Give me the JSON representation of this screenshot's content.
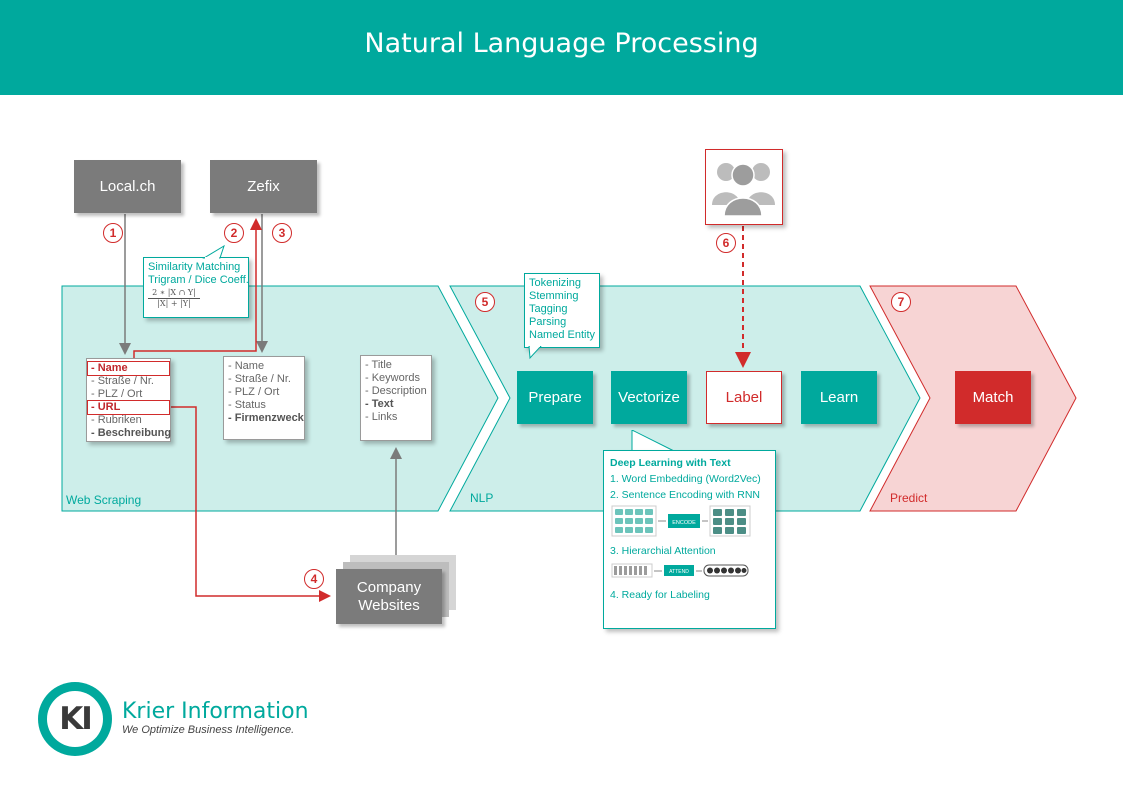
{
  "title": "Natural Language Processing",
  "sources": {
    "local": "Local.ch",
    "zefix": "Zefix"
  },
  "steps": [
    "1",
    "2",
    "3",
    "4",
    "5",
    "6",
    "7"
  ],
  "similarity": {
    "line1": "Similarity Matching",
    "line2": "Trigram / Dice Coeff.",
    "numerator": "2 ∗ |X ∩ Y|",
    "denominator": "|X| + |Y|"
  },
  "local_fields": [
    "- Name",
    "- Straße / Nr.",
    "- PLZ / Ort",
    "- URL",
    "- Rubriken",
    "- Beschreibung"
  ],
  "zefix_fields": [
    "- Name",
    "- Straße / Nr.",
    "- PLZ / Ort",
    "- Status",
    "- Firmenzweck"
  ],
  "web_fields": [
    "- Title",
    "- Keywords",
    "- Description",
    "- Text",
    "- Links"
  ],
  "company_websites": {
    "line1": "Company",
    "line2": "Websites"
  },
  "sections": {
    "web_scraping": "Web Scraping",
    "nlp": "NLP",
    "predict": "Predict"
  },
  "prepare_tasks": [
    "Tokenizing",
    "Stemming",
    "Tagging",
    "Parsing",
    "Named Entity"
  ],
  "stages": {
    "prepare": "Prepare",
    "vectorize": "Vectorize",
    "label": "Label",
    "learn": "Learn",
    "match": "Match"
  },
  "deep_learning": {
    "title": "Deep Learning with Text",
    "items": [
      "1. Word Embedding (Word2Vec)",
      "2. Sentence Encoding with RNN",
      "3. Hierarchial Attention",
      "4. Ready for Labeling"
    ],
    "encode": "ENCODE",
    "attend": "ATTEND"
  },
  "brand": {
    "logo": "KI",
    "name": "Krier Information",
    "tagline": "We Optimize Business Intelligence."
  },
  "colors": {
    "teal": "#00a99d",
    "teal_light": "#cdeeea",
    "red": "#d12b2b",
    "red_light": "#f7d4d4",
    "gray": "#7b7b7b"
  }
}
